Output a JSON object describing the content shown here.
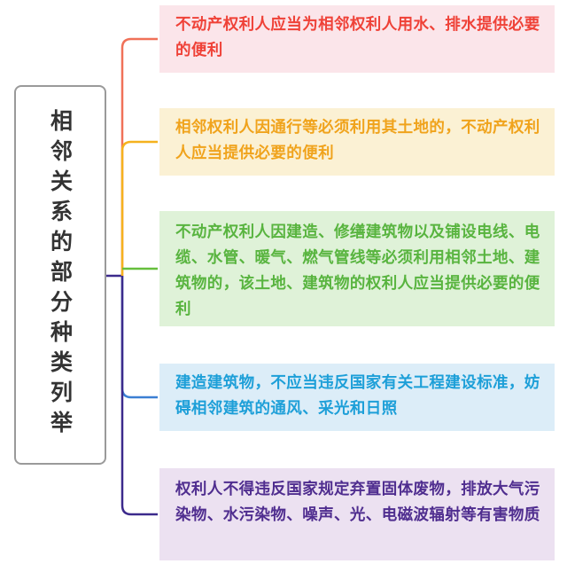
{
  "root": {
    "title": "相邻关系的部分种类列举"
  },
  "branches": [
    {
      "text": "不动产权利人应当为相邻权利人用水、排水提供必要的便利",
      "color": "#ef4137",
      "line_color": "#f07158"
    },
    {
      "text": "相邻权利人因通行等必须利用其土地的，不动产权利人应当提供必要的便利",
      "color": "#f0a31c",
      "line_color": "#f5b21e"
    },
    {
      "text": "不动产权利人因建造、修缮建筑物以及铺设电线、电缆、水管、暖气、燃气管线等必须利用相邻土地、建筑物的，该土地、建筑物的权利人应当提供必要的便利",
      "color": "#58b43f",
      "line_color": "#66bf3c"
    },
    {
      "text": "建造建筑物，不应当违反国家有关工程建设标准，妨碍相邻建筑的通风、采光和日照",
      "color": "#1d9fd8",
      "line_color": "#3b7fd3"
    },
    {
      "text": "权利人不得违反国家规定弃置固体废物，排放大气污染物、水污染物、噪声、光、电磁波辐射等有害物质",
      "color": "#4f2d8f",
      "line_color": "#3c2a8c"
    }
  ]
}
